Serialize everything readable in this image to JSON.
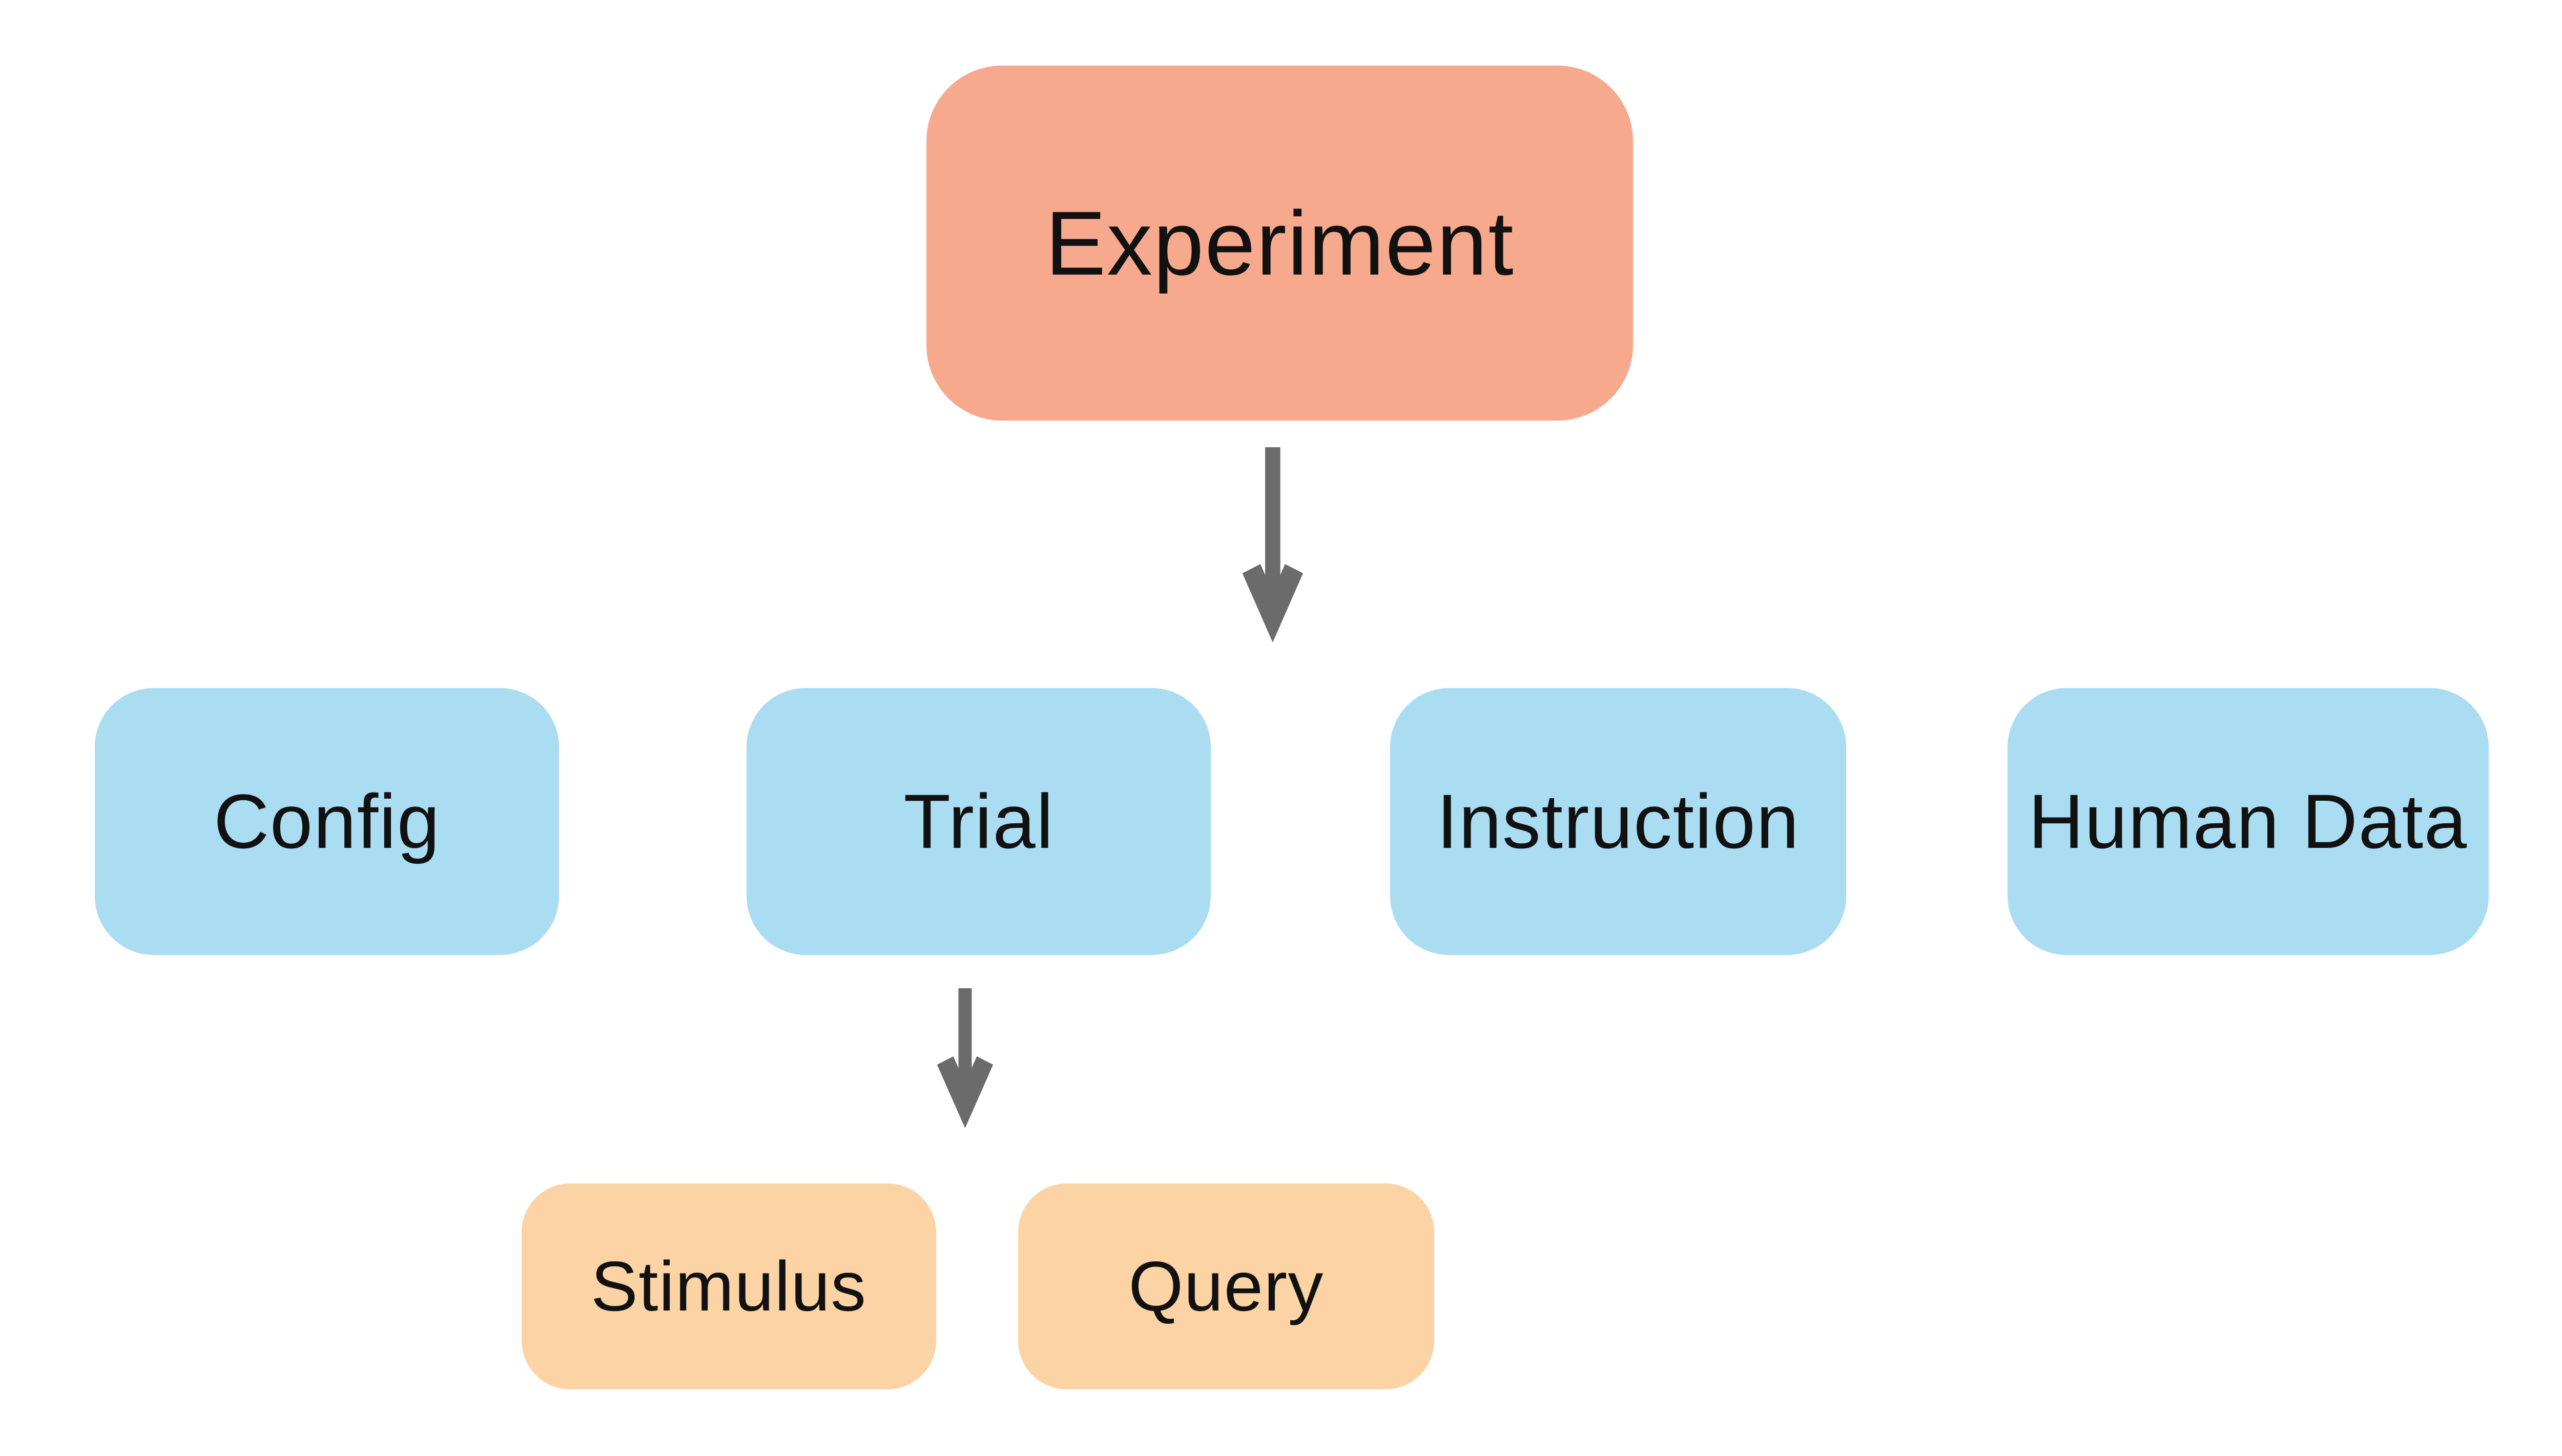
{
  "diagram": {
    "title": "Experiment structure diagram",
    "background_color": "#FFFFFF",
    "text_color": "#111111",
    "arrow_color": "#6B6B6B",
    "nodes": {
      "experiment": {
        "label": "Experiment",
        "fill": "#F6A98C",
        "level": 1
      },
      "config": {
        "label": "Config",
        "fill": "#AADCF2",
        "level": 2
      },
      "trial": {
        "label": "Trial",
        "fill": "#AADCF2",
        "level": 2
      },
      "instruction": {
        "label": "Instruction",
        "fill": "#AADCF2",
        "level": 2
      },
      "human_data": {
        "label": "Human Data",
        "fill": "#AADCF2",
        "level": 2
      },
      "stimulus": {
        "label": "Stimulus",
        "fill": "#FBD3A4",
        "level": 3
      },
      "query": {
        "label": "Query",
        "fill": "#FBD3A4",
        "level": 3
      }
    },
    "edges": [
      {
        "from": "experiment",
        "to": "trial",
        "style": "down-arrow"
      },
      {
        "from": "trial",
        "to": "stimulus-query",
        "style": "down-arrow"
      }
    ]
  }
}
